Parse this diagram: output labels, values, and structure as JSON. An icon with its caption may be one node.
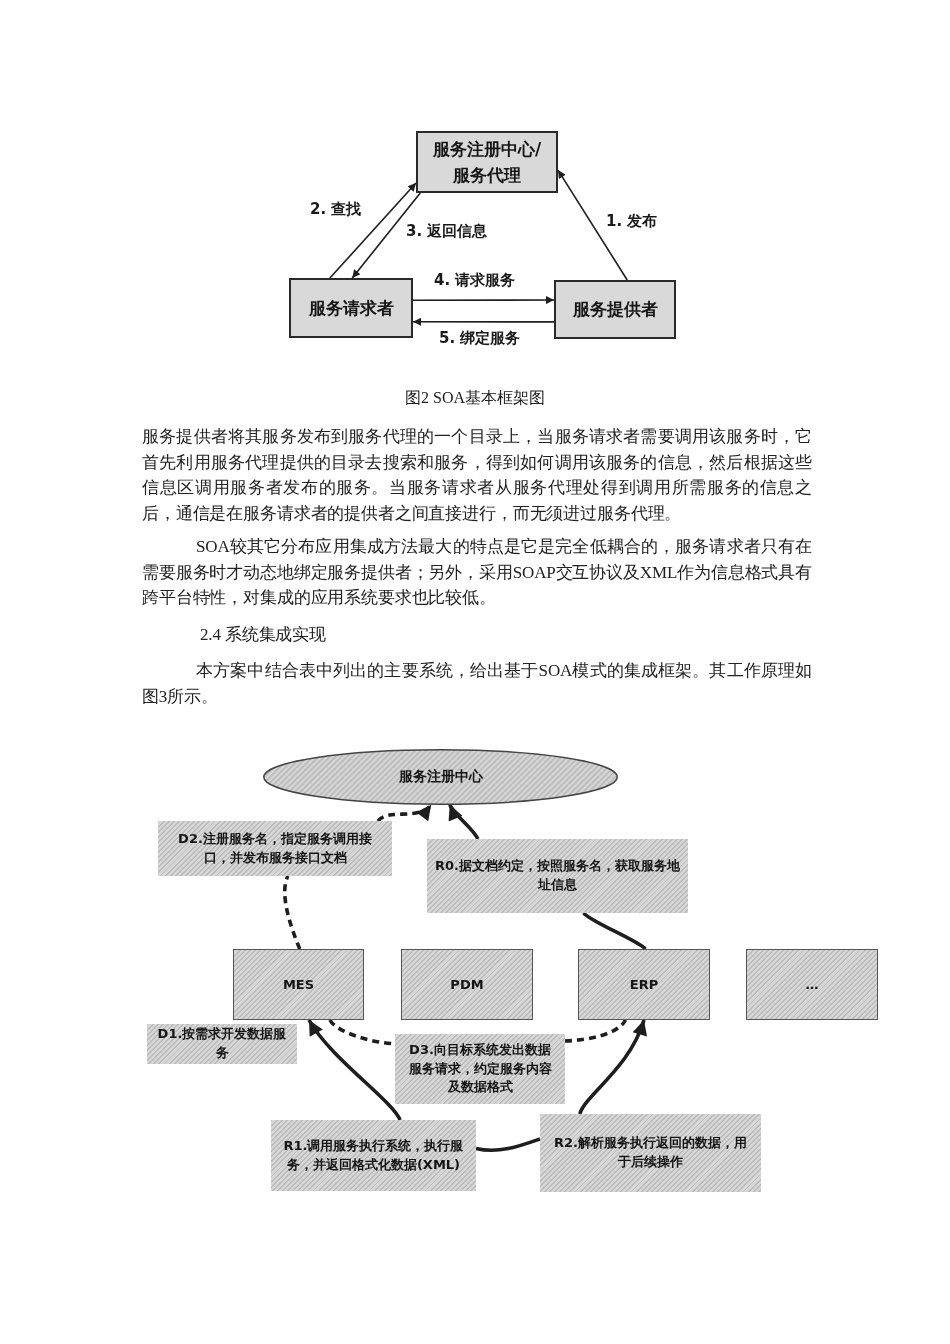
{
  "diagram": {
    "caption": "图2 SOA基本框架图",
    "nodes": [
      {
        "text": [
          "服务注册中心/服务代理"
        ]
      },
      {
        "text": [
          "服务请求者"
        ]
      },
      {
        "text": [
          "服务提供者"
        ]
      },
      {
        "text": [
          "服务注册中心"
        ]
      },
      {
        "text": [
          "D2.注册服务名，指定服务调用接口，并发布服务接口文档"
        ]
      },
      {
        "text": [
          "R0.据文档约定，按照服务名，获取服务地址信息"
        ]
      },
      {
        "text": [
          "MES"
        ]
      },
      {
        "text": [
          "PDM"
        ]
      },
      {
        "text": [
          "ERP"
        ]
      },
      {
        "text": [
          "…"
        ]
      },
      {
        "text": [
          "D1.按需求开发数据服务"
        ]
      },
      {
        "text": [
          "D3.向目标系统发出数据服务请求，约定服务内容及数据格式"
        ]
      },
      {
        "text": [
          "R1.调用服务执行系统，执行服务，并返回格式化数据(XML)"
        ]
      },
      {
        "text": [
          "R2.解析服务执行返回的数据，用于后续操作"
        ]
      }
    ],
    "edges": [
      {
        "from": 2,
        "to": 0,
        "label": "1. 发布",
        "arrow": "to"
      },
      {
        "from": 1,
        "to": 0,
        "label": "2. 查找",
        "arrow": "to"
      },
      {
        "from": 0,
        "to": 1,
        "label": "3. 返回信息",
        "arrow": "to"
      },
      {
        "from": 1,
        "to": 2,
        "label": "4. 请求服务",
        "arrow": "to"
      },
      {
        "from": 2,
        "to": 1,
        "label": "5. 绑定服务",
        "arrow": "to"
      },
      {
        "from": 6,
        "to": 4,
        "arrow": "none",
        "style": "dashed"
      },
      {
        "from": 4,
        "to": 3,
        "arrow": "to",
        "style": "dashed"
      },
      {
        "from": 8,
        "to": 5,
        "arrow": "none"
      },
      {
        "from": 5,
        "to": 3,
        "arrow": "to"
      },
      {
        "from": 6,
        "to": 11,
        "arrow": "none",
        "style": "dashed"
      },
      {
        "from": 11,
        "to": 8,
        "arrow": "none",
        "style": "dashed"
      },
      {
        "from": 12,
        "to": 6,
        "arrow": "to"
      },
      {
        "from": 12,
        "to": 13,
        "arrow": "none"
      },
      {
        "from": 13,
        "to": 8,
        "arrow": "to"
      }
    ],
    "labels": [
      "服务提供者将其服务发布到服务代理的一个目录上，当服务请求者需要调用该服务时，它首先利用服务代理提供的目录去搜索和服务，得到如何调用该服务的信息，然后根据这些信息区调用服务者发布的服务。当服务请求者从服务代理处得到调用所需服务的信息之后，通信是在服务请求者的提供者之间直接进行，而无须进过服务代理。",
      "SOA较其它分布应用集成方法最大的特点是它是完全低耦合的，服务请求者只有在需要服务时才动态地绑定服务提供者；另外，采用SOAP交互协议及XML作为信息格式具有跨平台特性，对集成的应用系统要求也比较低。",
      "2.4 系统集成实现",
      "本方案中结合表中列出的主要系统，给出基于SOA模式的集成框架。其工作原理如图3所示。"
    ]
  }
}
